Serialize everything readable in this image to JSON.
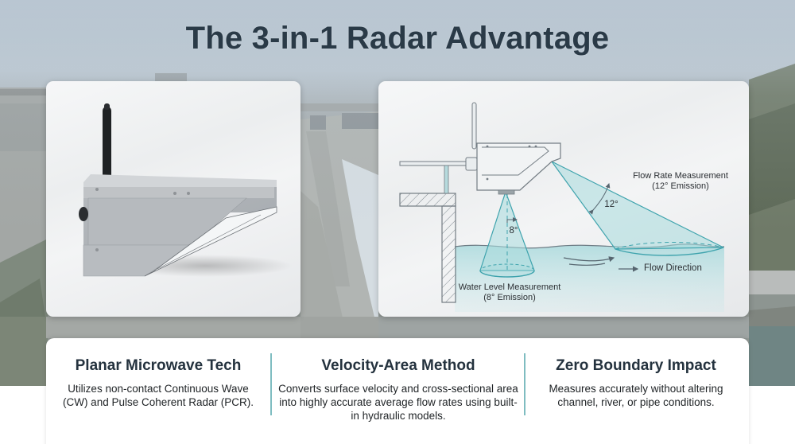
{
  "header": {
    "title": "The 3-in-1 Radar Advantage"
  },
  "product_card": {
    "image_label": "Planar radar sensor with antenna"
  },
  "diagram_card": {
    "flow_rate_label": "Flow Rate Measurement",
    "flow_rate_sub": "(12° Emission)",
    "flow_angle": "12°",
    "water_level_label": "Water Level Measurement",
    "water_level_sub": "(8° Emission)",
    "level_angle": "8°",
    "flow_direction_label": "Flow Direction"
  },
  "features": [
    {
      "title": "Planar Microwave Tech",
      "description": "Utilizes non-contact Continuous Wave (CW) and Pulse Coherent Radar (PCR)."
    },
    {
      "title": "Velocity-Area Method",
      "description": "Converts surface velocity and cross-sectional area into highly accurate average flow rates using built-in hydraulic models."
    },
    {
      "title": "Zero Boundary Impact",
      "description": "Measures accurately without altering channel, river, or pipe conditions."
    }
  ],
  "colors": {
    "title": "#2a3a47",
    "accent_teal": "#5fb3ba",
    "beam_fill": "#a8dadc",
    "divider": "#7fbdc1"
  }
}
